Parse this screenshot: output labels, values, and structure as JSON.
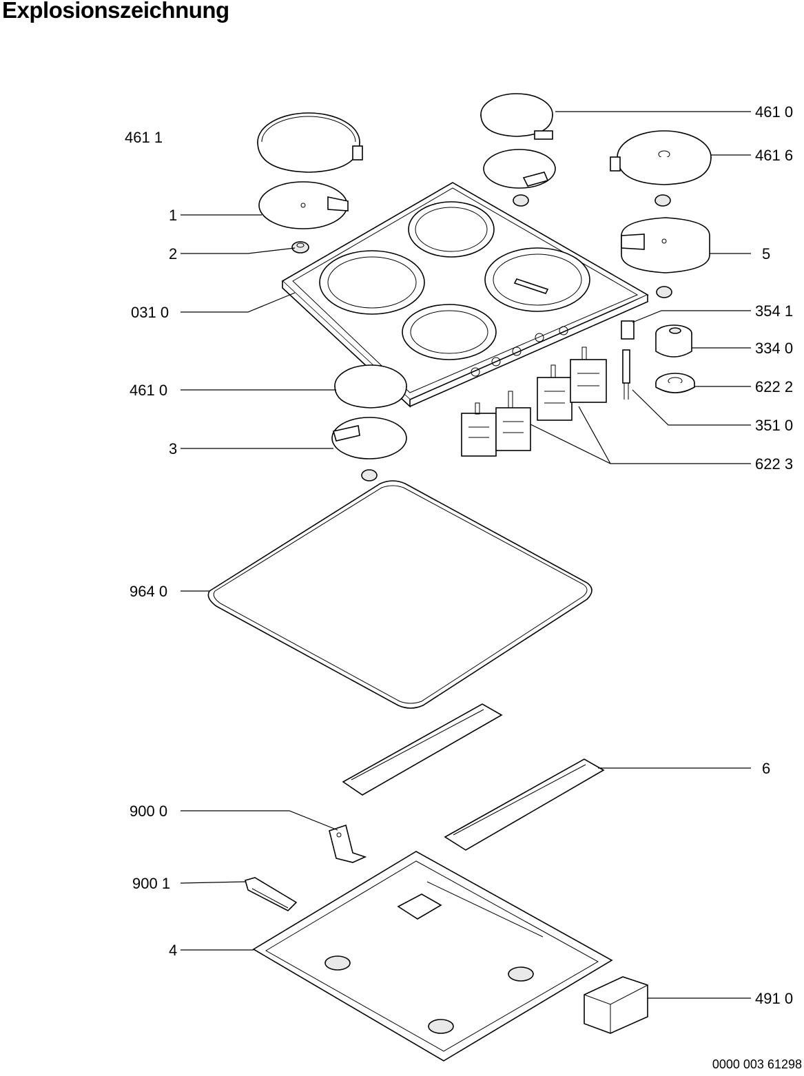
{
  "header": {
    "title": "Explosionszeichnung"
  },
  "footer": {
    "doc_number": "0000 003 61298"
  },
  "labels": {
    "l4611": "461  1",
    "l1": "1",
    "l2": "2",
    "l0310": "031 0",
    "l4610_left": "461 0",
    "l3": "3",
    "l9640": "964 0",
    "l9000": "900 0",
    "l9001": "900 1",
    "l4": "4",
    "l4610_right": "461 0",
    "l4616": "461 6",
    "l5": "5",
    "l3541": "354 1",
    "l3340": "334 0",
    "l6222": "622 2",
    "l3510": "351 0",
    "l6223": "622 3",
    "l6": "6",
    "l4910": "491 0"
  }
}
